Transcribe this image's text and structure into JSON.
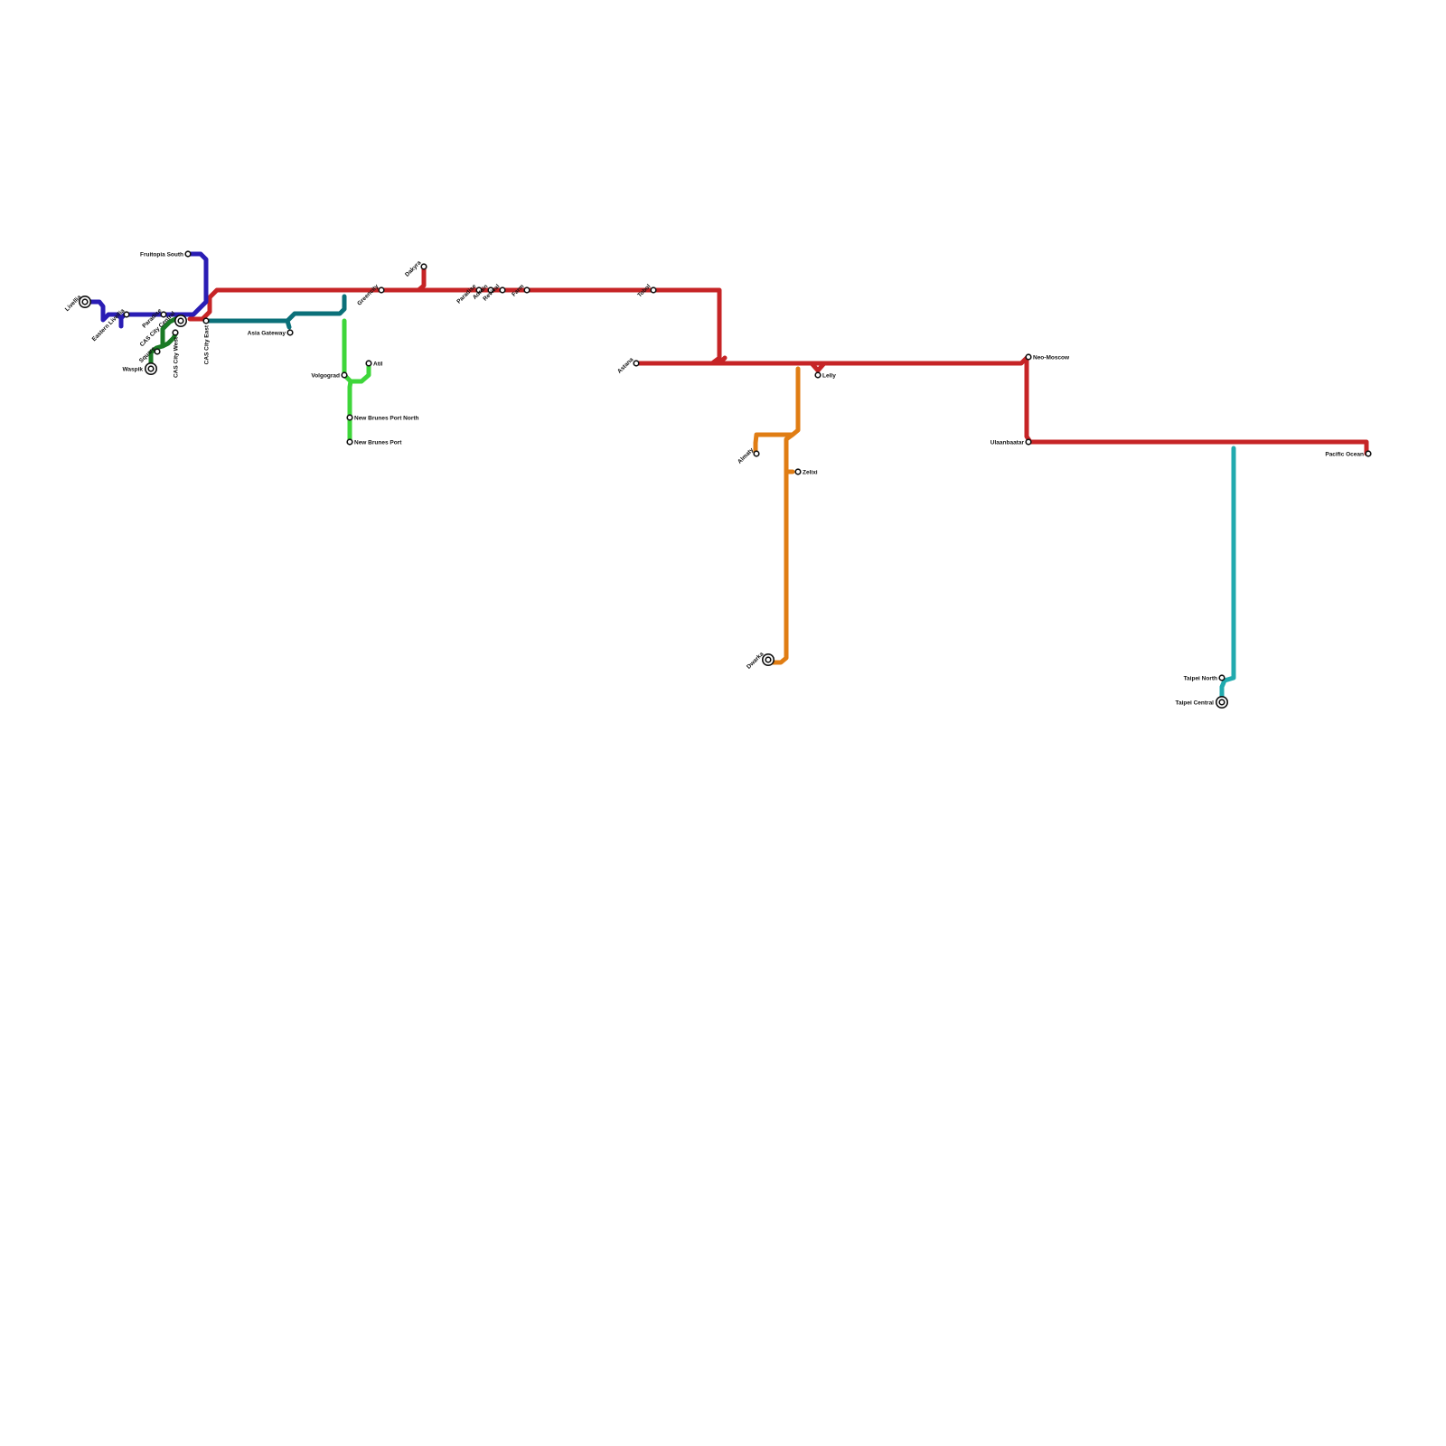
{
  "lines": {
    "red": {
      "color": "#c62426"
    },
    "blue": {
      "color": "#2a1db4"
    },
    "dark_green": {
      "color": "#1a7a24"
    },
    "teal": {
      "color": "#0b7079"
    },
    "light_green": {
      "color": "#3ed63a"
    },
    "orange": {
      "color": "#e07d14"
    },
    "cyan": {
      "color": "#21aaae"
    }
  },
  "stations": {
    "livellia": "Livellia",
    "eastern_livellia": "Eastern Livellia",
    "paradise_west": "Paradise",
    "cas_city_central": "CAS City Central",
    "fruitopia_south": "Fruitopia South",
    "square": "Square",
    "waspik": "Waspik",
    "cas_city_west": "CAS City West",
    "cas_city_east": "CAS City East",
    "asia_gateway": "Asia Gateway",
    "volgograd": "Volgograd",
    "atil": "Atil",
    "new_brunes_port_north": "New Brunes Port North",
    "new_brunes_port": "New Brunes Port",
    "greencity": "Greencity",
    "dakyra": "Dakyra",
    "paradise_east": "Paradise",
    "adrain": "Adrain",
    "revival": "Revival",
    "farm": "Farm",
    "tobol": "Tobol",
    "astana": "Astana",
    "lelly": "Lelly",
    "neo_moscow": "Neo-Moscow",
    "ulaanbaatar": "Ulaanbaatar",
    "pacific_ocean": "Pacific Ocean",
    "almaty": "Almaty",
    "zelixi": "Zelixi",
    "dwarka": "Dwarka",
    "taipei_north": "Taipei North",
    "taipei_central": "Taipei Central"
  }
}
